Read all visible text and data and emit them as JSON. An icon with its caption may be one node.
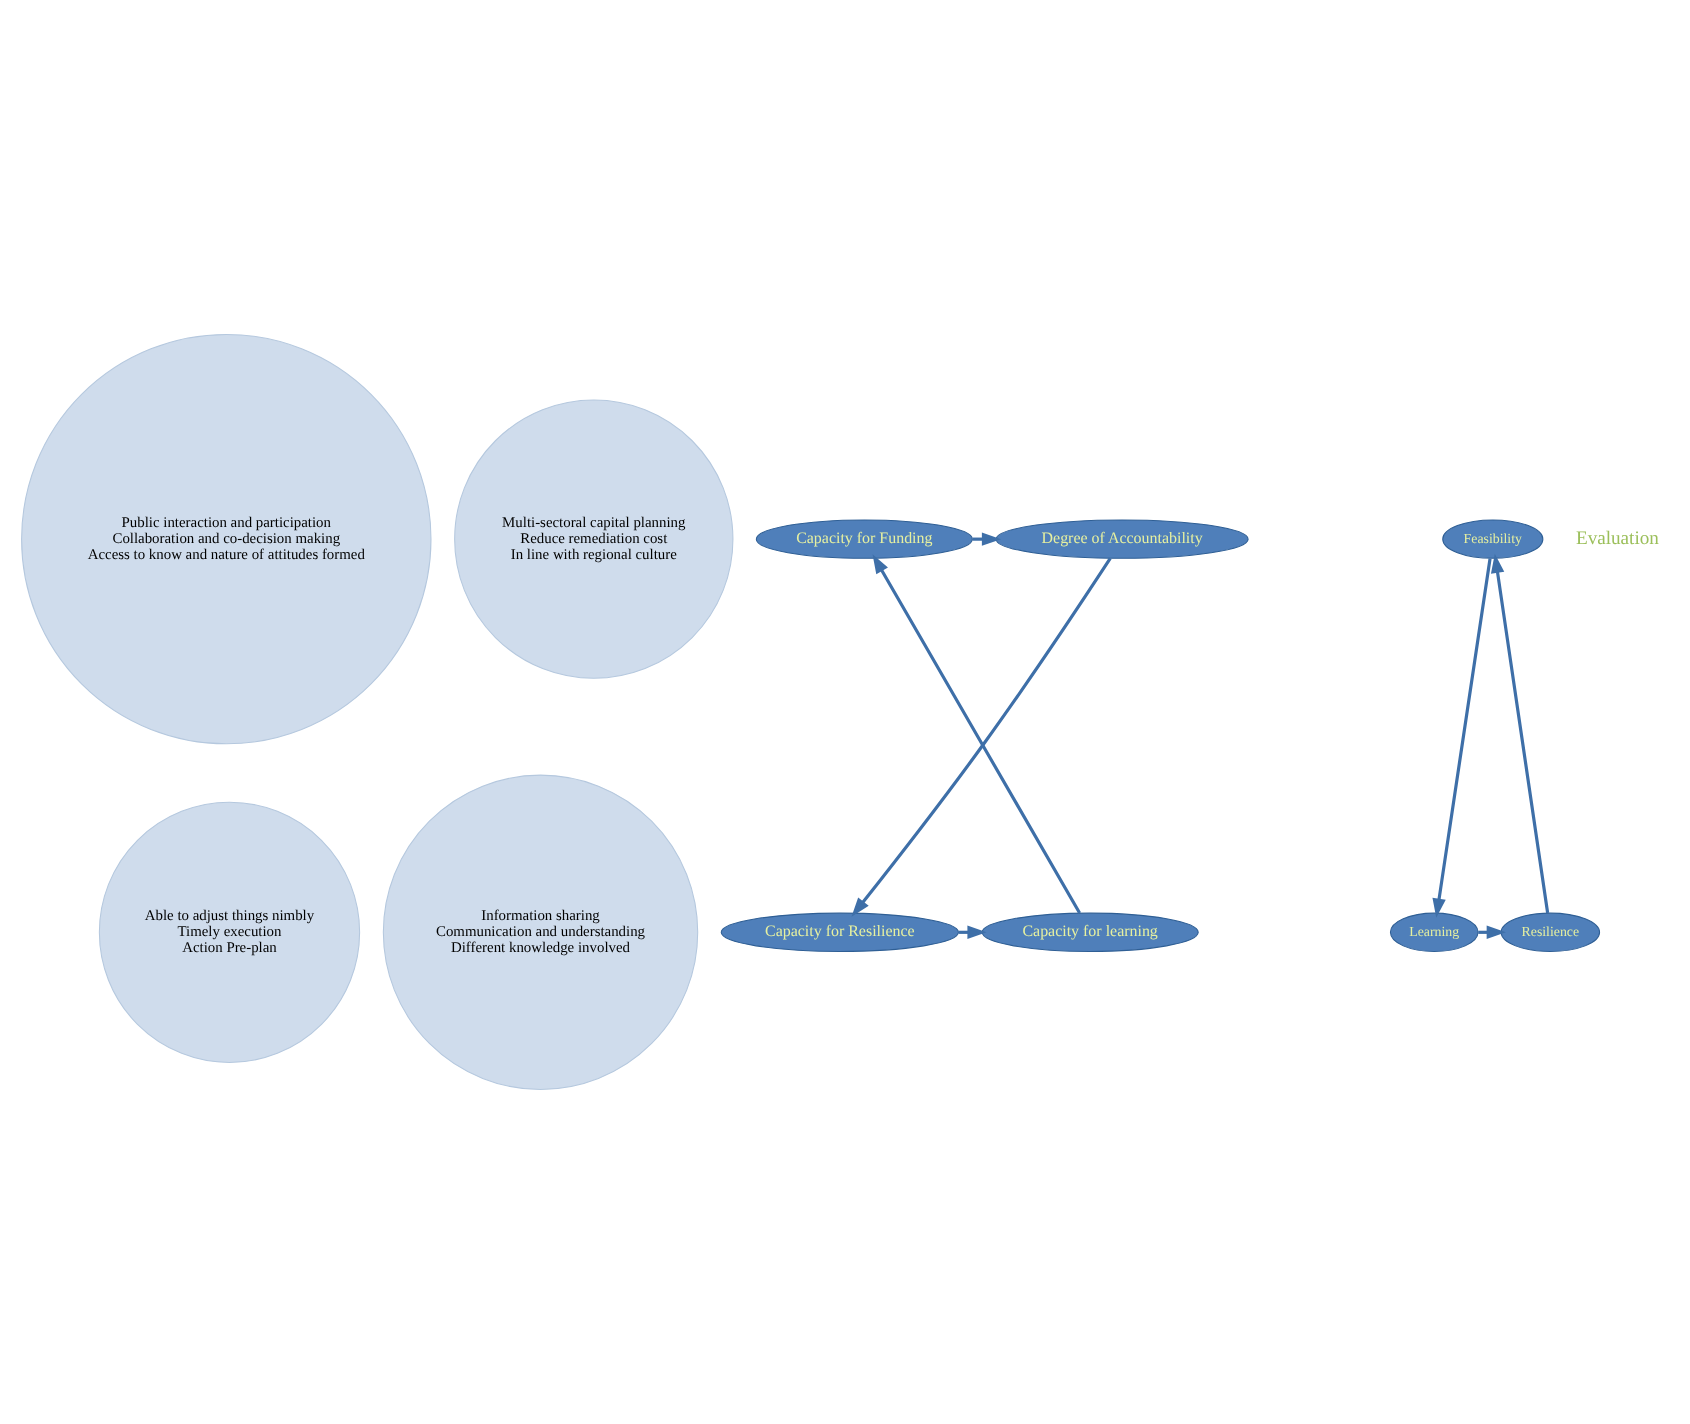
{
  "diagram": {
    "nodes": [
      {
        "text": [
          "Public interaction and participation",
          "Collaboration and co-decision making",
          "Access to know and nature of attitudes formed"
        ]
      },
      {
        "text": [
          "Multi-sectoral capital planning",
          "Reduce remediation cost",
          "In line with regional culture"
        ]
      },
      {
        "text": [
          "Able to adjust things nimbly",
          "Timely execution",
          "Action Pre-plan"
        ]
      },
      {
        "text": [
          "Information sharing",
          "Communication and understanding",
          "Different knowledge involved"
        ]
      },
      {
        "text": [
          "Degree of Accountability"
        ]
      },
      {
        "text": [
          "Capacity for Funding"
        ]
      },
      {
        "text": [
          "Capacity for Resilience"
        ]
      },
      {
        "text": [
          "Capacity for learning"
        ]
      },
      {
        "text": [
          "Feasibility"
        ]
      },
      {
        "text": [
          "Learning"
        ]
      },
      {
        "text": [
          "Resilience"
        ]
      }
    ],
    "edges": [
      {
        "from": 5,
        "to": 4,
        "arrow": "to"
      },
      {
        "from": 4,
        "to": 6,
        "arrow": "to"
      },
      {
        "from": 6,
        "to": 7,
        "arrow": "to"
      },
      {
        "from": 7,
        "to": 5,
        "arrow": "to"
      },
      {
        "from": 8,
        "to": 9,
        "arrow": "to"
      },
      {
        "from": 9,
        "to": 10,
        "arrow": "to"
      },
      {
        "from": 10,
        "to": 8,
        "arrow": "to"
      }
    ],
    "labels": [
      "Evaluation"
    ]
  }
}
